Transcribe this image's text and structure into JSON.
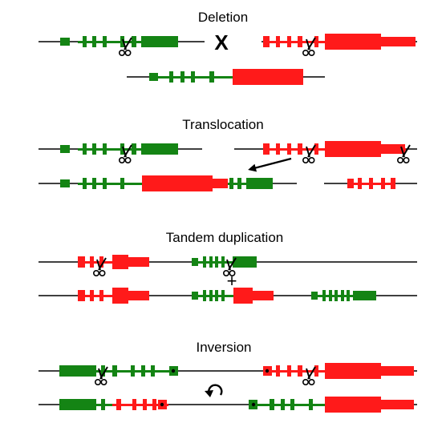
{
  "colors": {
    "green": "#148414",
    "red": "#ff1a1a",
    "line": "#000000"
  },
  "sections": [
    {
      "id": "deletion",
      "title": "Deletion"
    },
    {
      "id": "translocation",
      "title": "Translocation"
    },
    {
      "id": "tandem",
      "title": "Tandem duplication"
    },
    {
      "id": "inversion",
      "title": "Inversion"
    }
  ],
  "deletion_marker": "X",
  "duplication_marker": "+",
  "icons": {
    "cut": "scissors-icon",
    "move": "arrow-icon",
    "invert": "rotate-icon"
  }
}
